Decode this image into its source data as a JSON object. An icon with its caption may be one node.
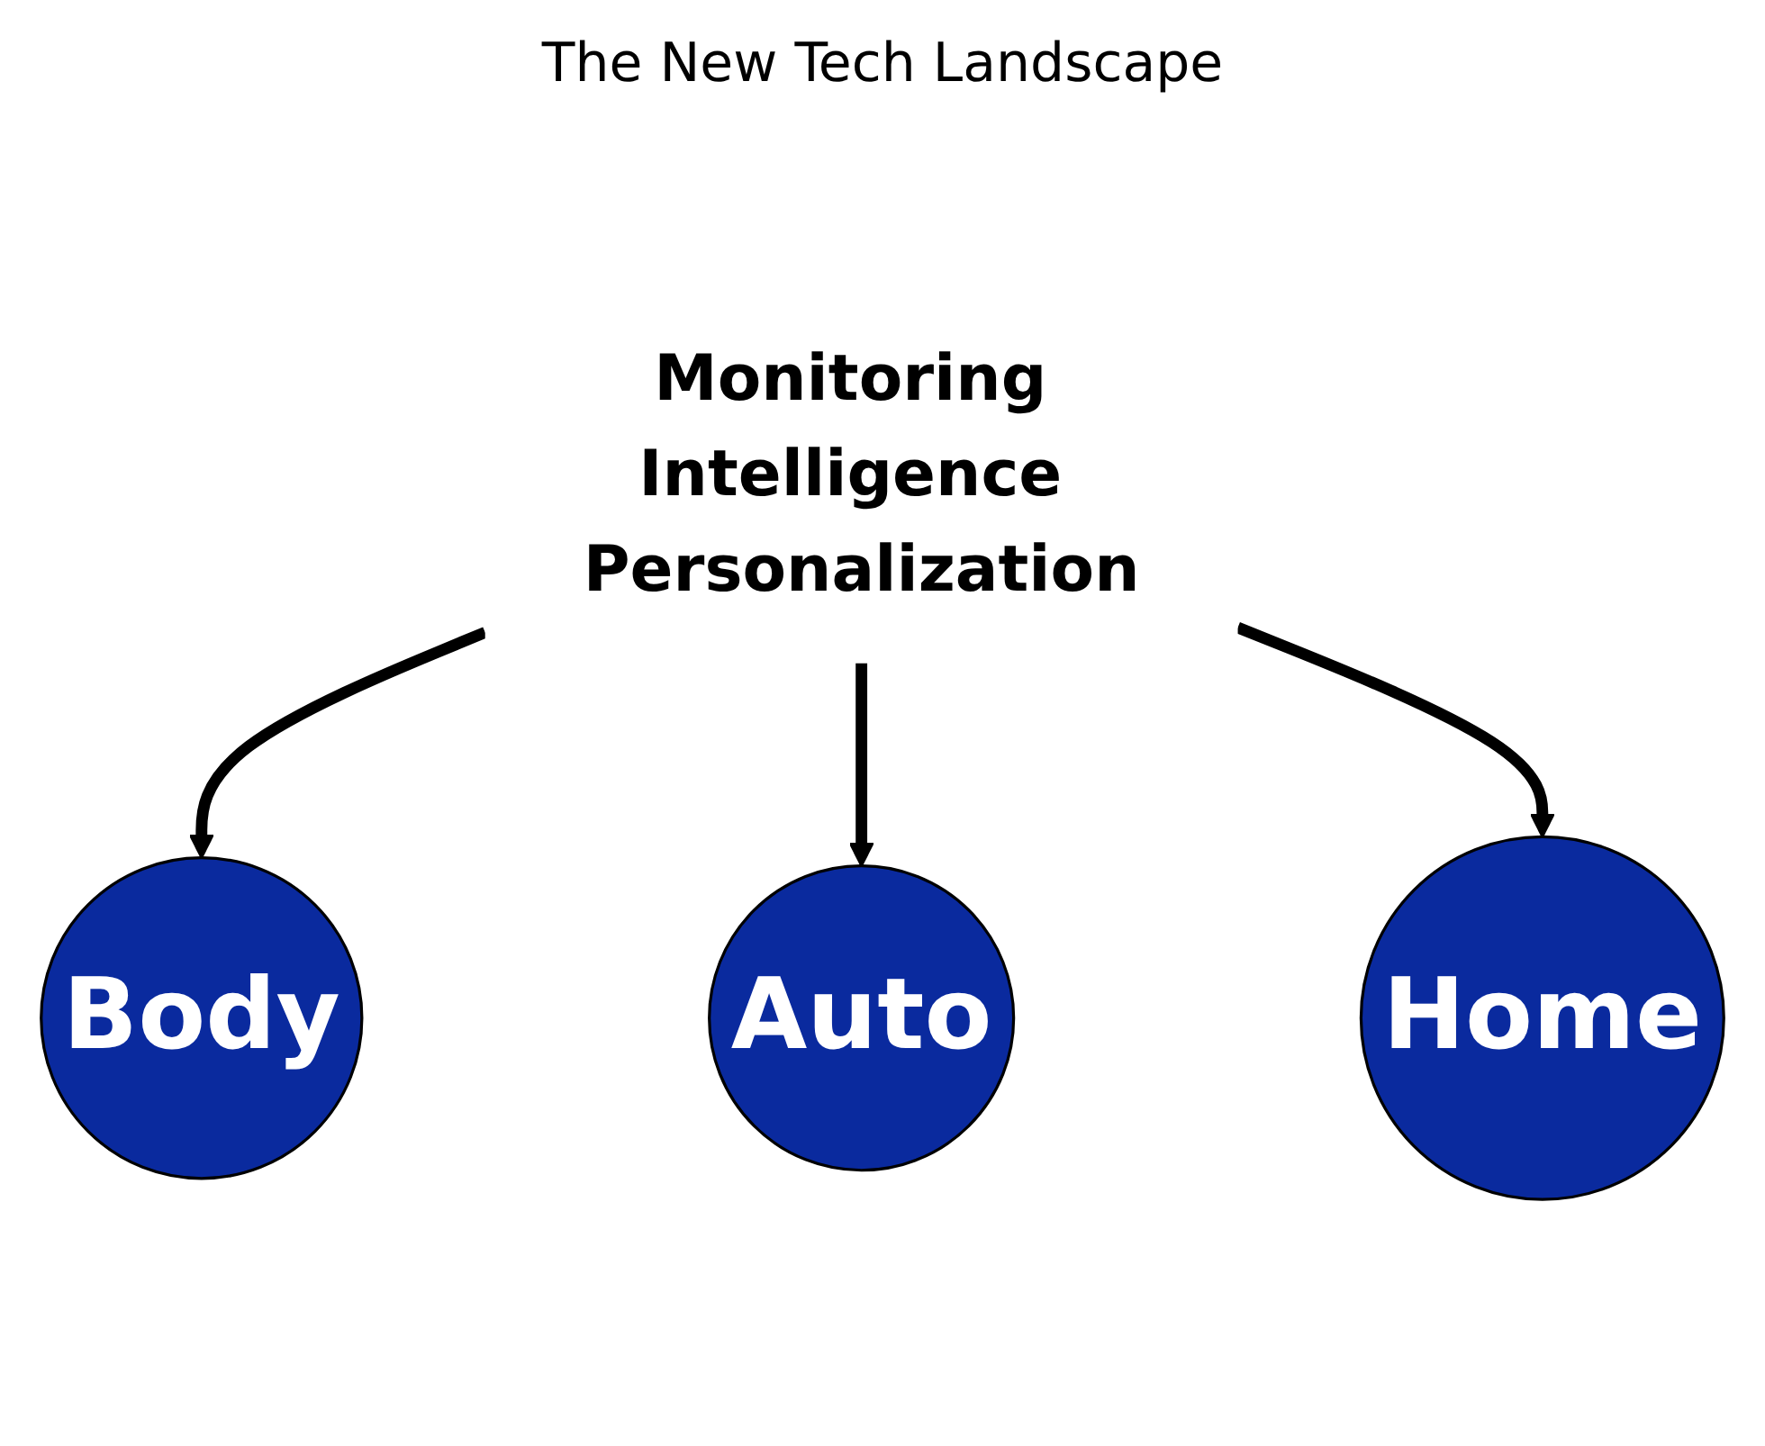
{
  "diagram": {
    "title": "The New Tech Landscape",
    "nodes": [
      {
        "text": [
          "Body"
        ]
      },
      {
        "text": [
          "Monitoring Intelligence Personalization"
        ]
      },
      {
        "text": [
          "Auto"
        ]
      },
      {
        "text": [
          "Home"
        ]
      }
    ],
    "edges": [
      {
        "from": 1,
        "to": 0,
        "arrow": "to"
      },
      {
        "from": 1,
        "to": 2,
        "arrow": "to"
      },
      {
        "from": 1,
        "to": 3,
        "arrow": "to"
      }
    ]
  }
}
